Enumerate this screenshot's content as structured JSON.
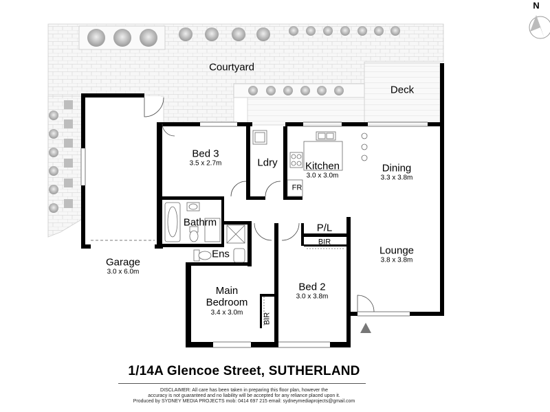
{
  "address": "1/14A Glencoe Street, SUTHERLAND",
  "north_label": "N",
  "areas": {
    "courtyard": "Courtyard",
    "deck": "Deck"
  },
  "rooms": {
    "garage": {
      "name": "Garage",
      "dims": "3.0 x 6.0m"
    },
    "bed3": {
      "name": "Bed 3",
      "dims": "3.5 x 2.7m"
    },
    "laundry": {
      "name": "Ldry"
    },
    "kitchen": {
      "name": "Kitchen",
      "dims": "3.0 x 3.0m"
    },
    "fridge": {
      "name": "FR"
    },
    "dining": {
      "name": "Dining",
      "dims": "3.3 x 3.8m"
    },
    "bathroom": {
      "name": "Bathrm"
    },
    "ensuite": {
      "name": "Ens"
    },
    "pantry": {
      "name": "P/L"
    },
    "bir_bed2": {
      "name": "BIR"
    },
    "lounge": {
      "name": "Lounge",
      "dims": "3.8 x 3.8m"
    },
    "main_bedroom": {
      "name_line1": "Main",
      "name_line2": "Bedroom",
      "dims": "3.4 x 3.0m"
    },
    "bir_main": {
      "name": "BIR"
    },
    "bed2": {
      "name": "Bed 2",
      "dims": "3.0 x 3.8m"
    }
  },
  "disclaimer": {
    "line1": "DISCLAIMER: All care has been taken in preparing this floor plan, however the",
    "line2": "accuracy is not guaranteed and no liability will be accepted for any reliance placed upon it.",
    "line3": "Produced by SYDNEY MEDIA PROJECTS mob: 0414 697 215 email: sydneymediaprojects@gmail.com"
  }
}
